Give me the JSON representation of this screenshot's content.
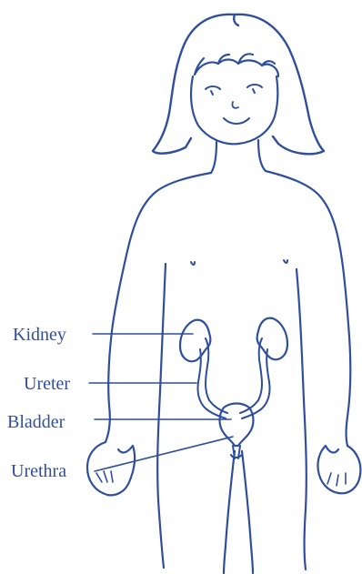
{
  "diagram": {
    "labels": {
      "kidney": "Kidney",
      "ureter": "Ureter",
      "bladder": "Bladder",
      "urethra": "Urethra"
    }
  },
  "colors": {
    "line": "#2f4e9c",
    "text": "#2f4e9c",
    "background": "#ffffff"
  }
}
